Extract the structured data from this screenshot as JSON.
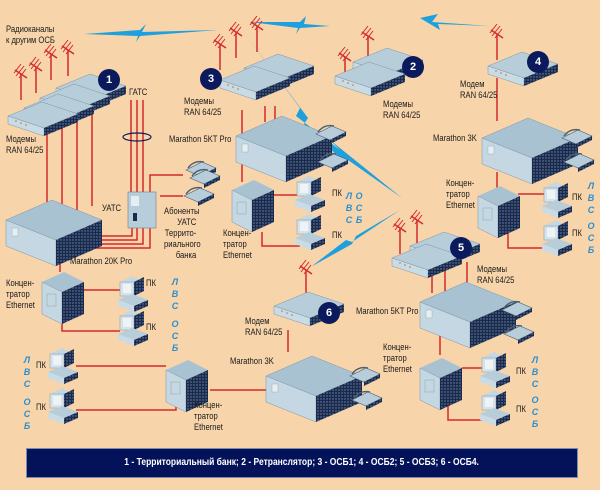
{
  "diagram": {
    "title_labels": {
      "radio_channels": [
        "Радиоканалы",
        "к другим ОСБ"
      ],
      "gats": "ГАТС",
      "uats": "УАТС",
      "uats_subscribers": [
        "Абоненты",
        "УАТС",
        "Террито-",
        "риального",
        "банка"
      ]
    },
    "nodes": [
      {
        "id": "1",
        "modem_label": [
          "Модемы",
          "RAN  64/25"
        ],
        "server_label": "Marathon 20K Pro",
        "hub_label": [
          "Концен-",
          "тратор",
          "Ethernet"
        ]
      },
      {
        "id": "2",
        "modem_label": [
          "Модемы",
          "RAN  64/25"
        ]
      },
      {
        "id": "3",
        "modem_label": [
          "Модемы",
          "RAN  64/25"
        ],
        "server_label": "Marathon 5KT  Pro",
        "hub_label": [
          "Концен-",
          "тратор",
          "Ethernet"
        ]
      },
      {
        "id": "4",
        "modem_label": [
          "Модем",
          "RAN  64/25"
        ],
        "server_label": "Marathon 3K",
        "hub_label": [
          "Концен-",
          "тратор",
          "Ethernet"
        ]
      },
      {
        "id": "5",
        "modem_label": [
          "Модемы",
          "RAN  64/25"
        ],
        "server_label": "Marathon 5KT  Pro",
        "hub_label": [
          "Концен-",
          "тратор",
          "Ethernet"
        ]
      },
      {
        "id": "6",
        "modem_label": [
          "Модем",
          "RAN  64/25"
        ],
        "server_label": "Marathon 3K",
        "hub_label": [
          "Концен-",
          "тратор",
          "Ethernet"
        ]
      }
    ],
    "pc_label": "ПК",
    "lan_vertical": [
      "Л",
      "В",
      "С"
    ],
    "osb_vertical": [
      "О",
      "С",
      "Б"
    ],
    "colors": {
      "background": "#f7d4aa",
      "cable": "#d42a2a",
      "radio_link": "#1ea0dc",
      "badge": "#0b1a5c",
      "legend_bg": "#04125a",
      "device": "#9fb8c8",
      "lan_text": "#2a8fd0"
    }
  },
  "legend": {
    "text": "1 - Территориальный  банк;     2  - Ретранслятор;     3  - ОСБ1;     4  - ОСБ2;     5  - ОСБ3;     6  - ОСБ4."
  }
}
